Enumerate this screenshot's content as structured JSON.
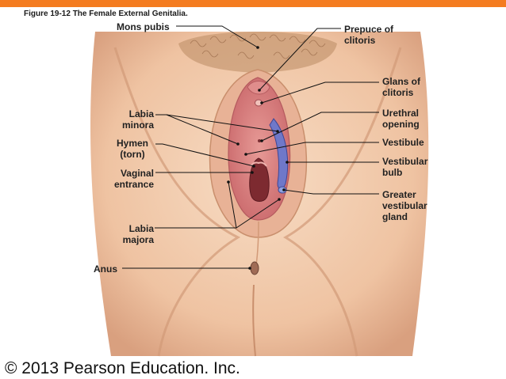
{
  "caption": "Figure 19-12  The Female External Genitalia.",
  "copyright": "© 2013 Pearson Education. Inc.",
  "labels": {
    "mons_pubis": "Mons pubis",
    "prepuce_1": "Prepuce of",
    "prepuce_2": "clitoris",
    "glans_1": "Glans of",
    "glans_2": "clitoris",
    "labia_minora_1": "Labia",
    "labia_minora_2": "minora",
    "urethral_1": "Urethral",
    "urethral_2": "opening",
    "hymen_1": "Hymen",
    "hymen_2": "(torn)",
    "vestibule": "Vestibule",
    "vaginal_1": "Vaginal",
    "vaginal_2": "entrance",
    "vest_bulb_1": "Vestibular",
    "vest_bulb_2": "bulb",
    "greater_1": "Greater",
    "greater_2": "vestibular",
    "greater_3": "gland",
    "labia_majora_1": "Labia",
    "labia_majora_2": "majora",
    "anus": "Anus"
  },
  "colors": {
    "accent_bar": "#f47c20",
    "skin": "#f2c9a8",
    "skin_shadow": "#d9a07f",
    "mucosa": "#d97b7b",
    "vestibular_bulb": "#6f78c9"
  }
}
